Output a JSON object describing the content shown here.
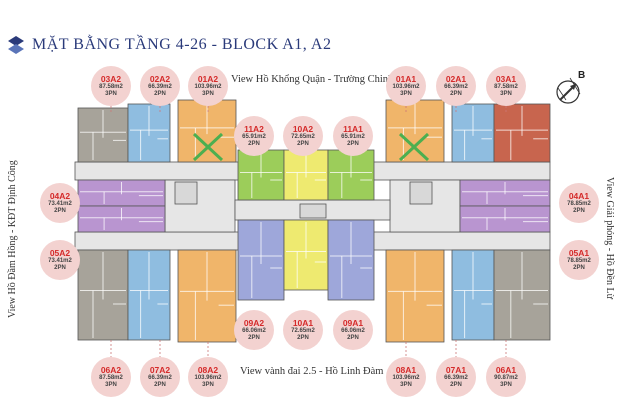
{
  "title": "MẶT BẰNG TẦNG 4-26 - BLOCK A1, A2",
  "views": {
    "top": "View Hồ Khổng Quận - Trường Chinh",
    "bottom": "View vành đai 2.5 - Hồ Linh Đàm",
    "left_outer": "View Hồ Đầm Hồng - KĐT Định Công",
    "left_inner": "",
    "right_outer": "View Giải phóng - Hồ Đền Lừ",
    "right_inner": ""
  },
  "compass_letter": "B",
  "units": [
    {
      "code": "03A2",
      "area": "87.58m2",
      "beds": "3PN"
    },
    {
      "code": "02A2",
      "area": "66.39m2",
      "beds": "2PN"
    },
    {
      "code": "01A2",
      "area": "103.96m2",
      "beds": "3PN"
    },
    {
      "code": "11A2",
      "area": "65.91m2",
      "beds": "2PN"
    },
    {
      "code": "10A2",
      "area": "72.65m2",
      "beds": "2PN"
    },
    {
      "code": "11A1",
      "area": "65.91m2",
      "beds": "2PN"
    },
    {
      "code": "01A1",
      "area": "103.96m2",
      "beds": "3PN"
    },
    {
      "code": "02A1",
      "area": "66.39m2",
      "beds": "2PN"
    },
    {
      "code": "03A1",
      "area": "87.58m2",
      "beds": "3PN"
    },
    {
      "code": "04A2",
      "area": "73.41m2",
      "beds": "2PN"
    },
    {
      "code": "05A2",
      "area": "73.41m2",
      "beds": "2PN"
    },
    {
      "code": "04A1",
      "area": "78.85m2",
      "beds": "2PN"
    },
    {
      "code": "05A1",
      "area": "78.85m2",
      "beds": "2PN"
    },
    {
      "code": "09A2",
      "area": "66.06m2",
      "beds": "2PN"
    },
    {
      "code": "10A1",
      "area": "72.65m2",
      "beds": "2PN"
    },
    {
      "code": "09A1",
      "area": "66.06m2",
      "beds": "2PN"
    },
    {
      "code": "06A2",
      "area": "87.58m2",
      "beds": "3PN"
    },
    {
      "code": "07A2",
      "area": "66.39m2",
      "beds": "2PN"
    },
    {
      "code": "08A2",
      "area": "103.96m2",
      "beds": "3PN"
    },
    {
      "code": "08A1",
      "area": "103.96m2",
      "beds": "3PN"
    },
    {
      "code": "07A1",
      "area": "66.39m2",
      "beds": "2PN"
    },
    {
      "code": "06A1",
      "area": "90.87m2",
      "beds": "3PN"
    }
  ],
  "colors": {
    "title": "#2a3a7a",
    "bubble_fill": "#f3d2d0",
    "bubble_code": "#d42a2a",
    "gray_unit": "#a7a39a",
    "blue_unit": "#8fbde0",
    "orange_unit": "#f0b56a",
    "purple_unit": "#b995d0",
    "green_unit": "#9ccd5a",
    "yellow_unit": "#eeea70",
    "indigo_unit": "#9ea7da",
    "red_unit": "#c8654e",
    "corridor": "#e6e6e6",
    "mark": "#4caf50"
  }
}
